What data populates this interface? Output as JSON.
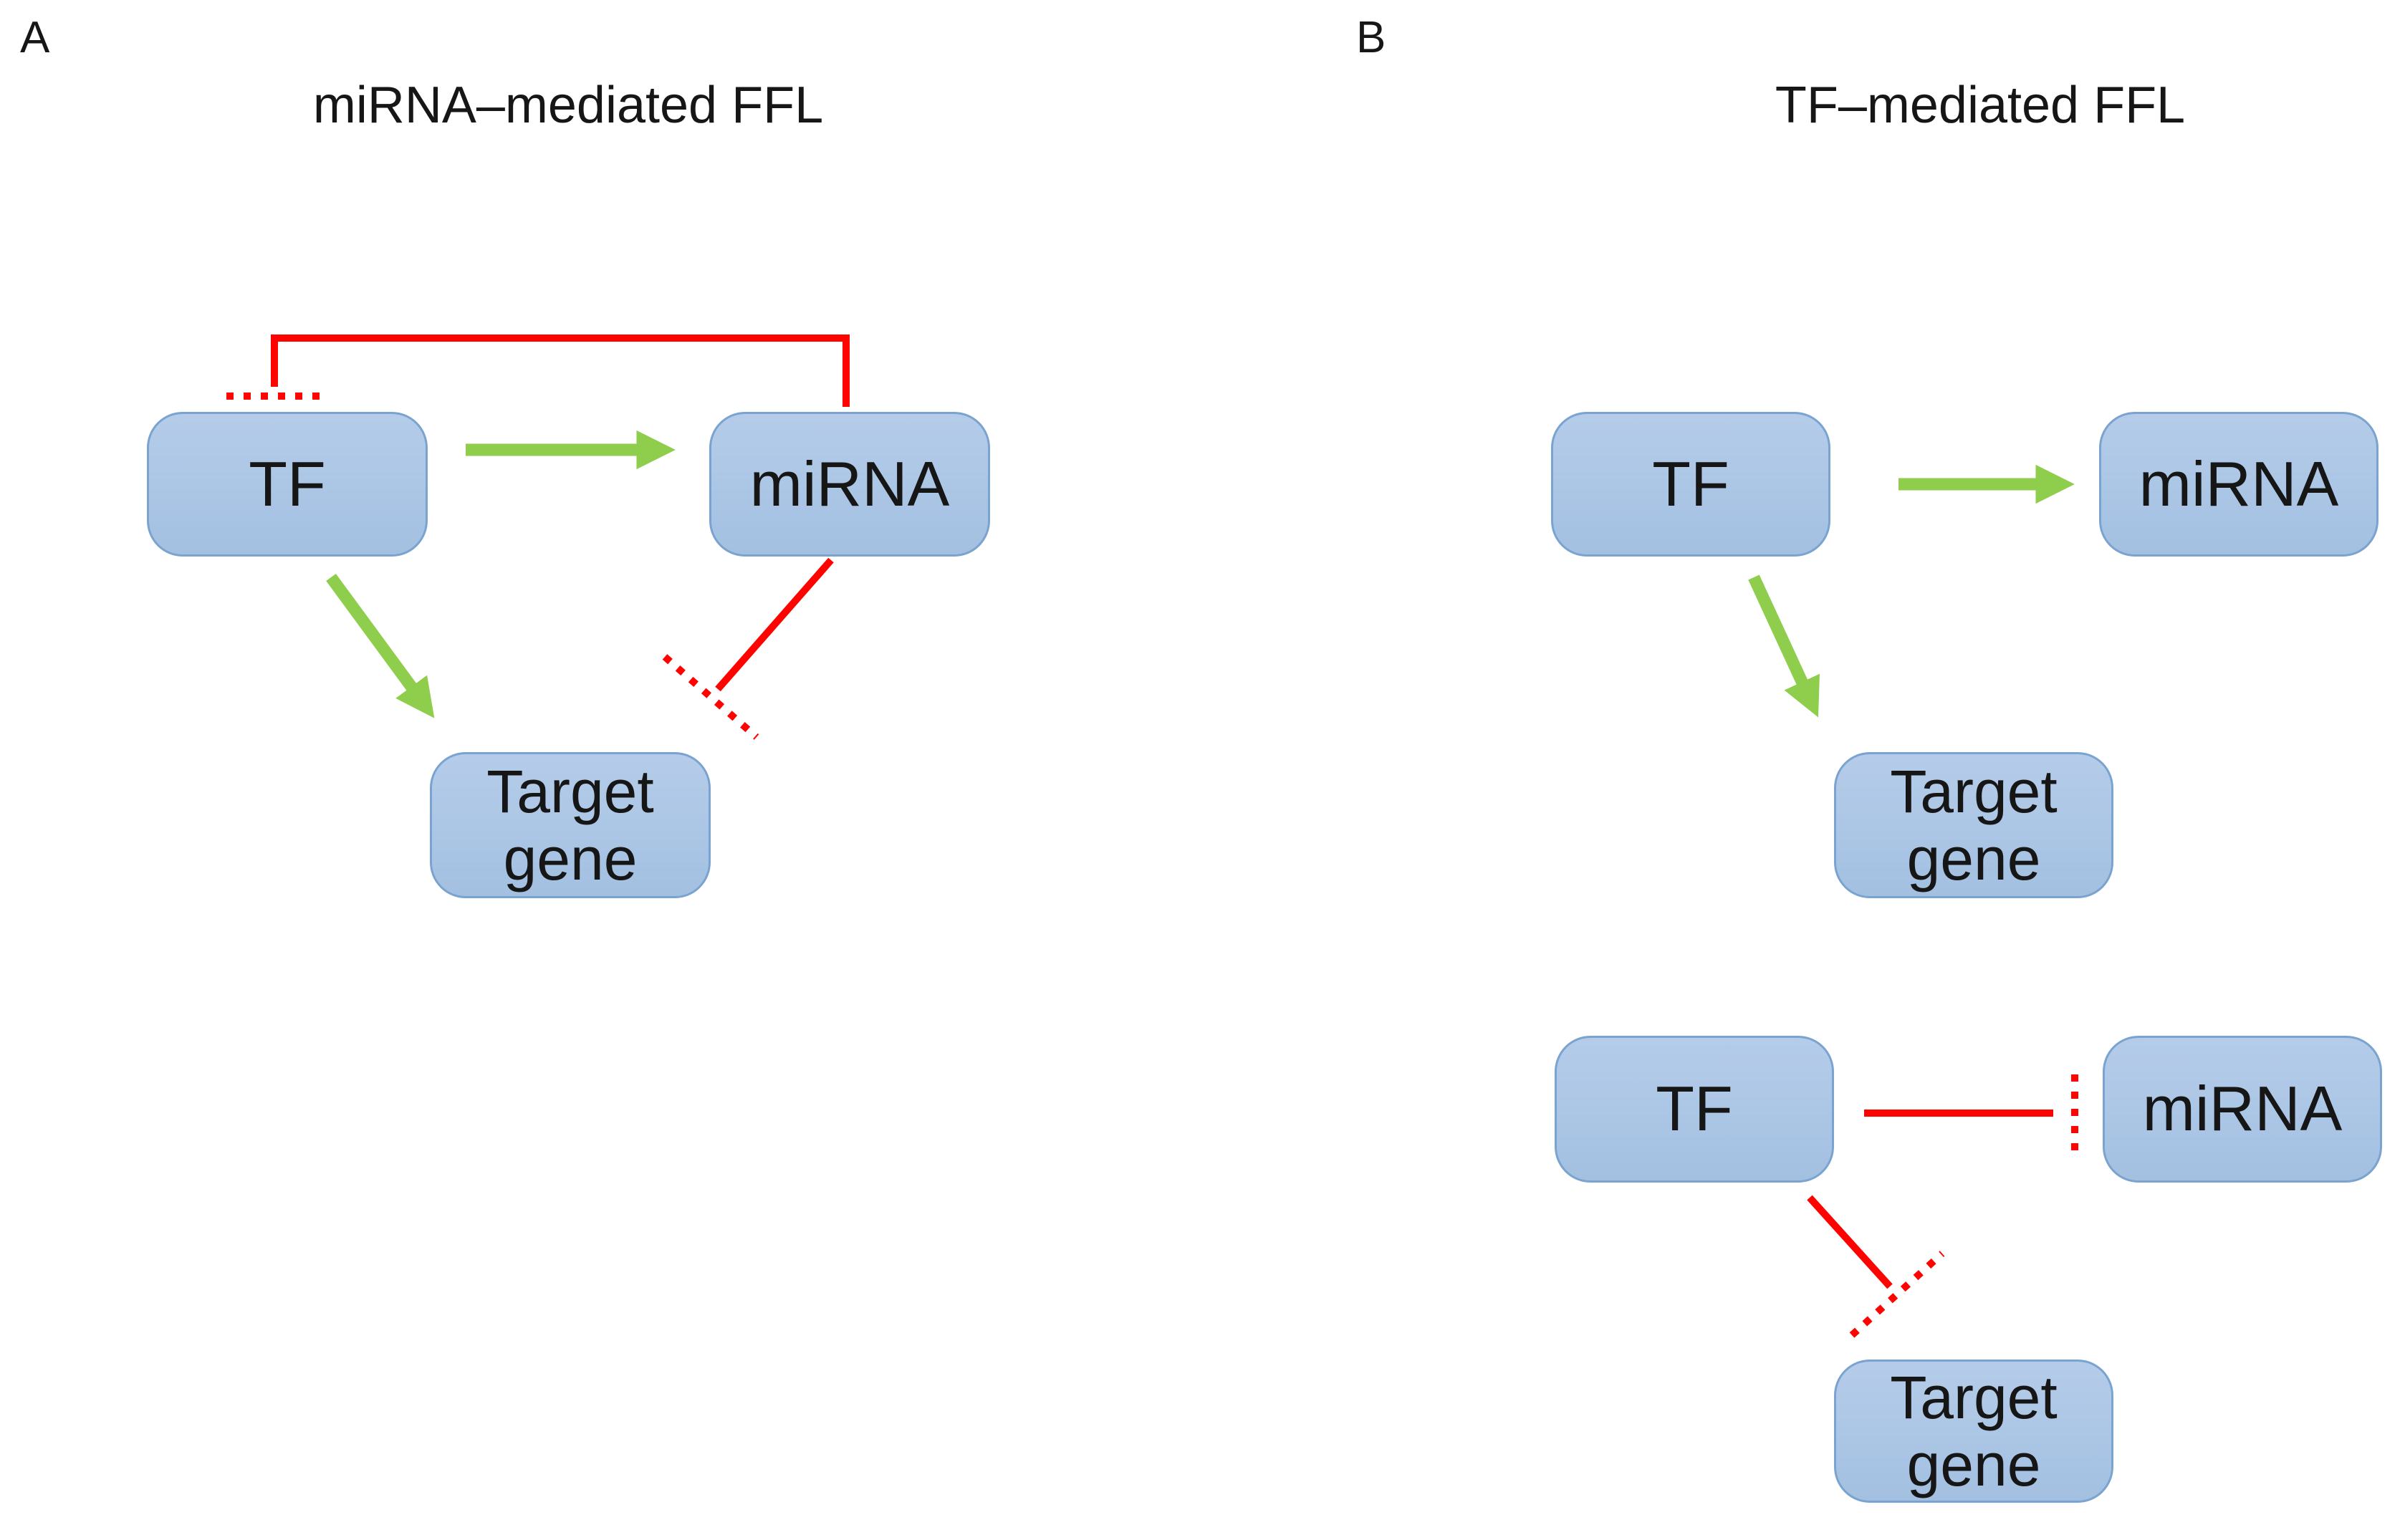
{
  "figure": {
    "panels": [
      {
        "panel_label": "A",
        "title": "miRNA–mediated FFL",
        "nodes": [
          {
            "id": "tf",
            "label": "TF"
          },
          {
            "id": "mirna",
            "label": "miRNA"
          },
          {
            "id": "target_gene",
            "label": "Target gene"
          }
        ],
        "edges": [
          {
            "from": "tf",
            "to": "mirna",
            "type": "activation"
          },
          {
            "from": "tf",
            "to": "target_gene",
            "type": "activation"
          },
          {
            "from": "mirna",
            "to": "tf",
            "type": "inhibition"
          },
          {
            "from": "mirna",
            "to": "target_gene",
            "type": "inhibition"
          }
        ]
      },
      {
        "panel_label": "B",
        "title": "TF–mediated FFL",
        "sub_diagrams": [
          {
            "nodes": [
              {
                "id": "tf",
                "label": "TF"
              },
              {
                "id": "mirna",
                "label": "miRNA"
              },
              {
                "id": "target_gene",
                "label": "Target gene"
              }
            ],
            "edges": [
              {
                "from": "tf",
                "to": "mirna",
                "type": "activation"
              },
              {
                "from": "tf",
                "to": "target_gene",
                "type": "activation"
              }
            ]
          },
          {
            "nodes": [
              {
                "id": "tf",
                "label": "TF"
              },
              {
                "id": "mirna",
                "label": "miRNA"
              },
              {
                "id": "target_gene",
                "label": "Target gene"
              }
            ],
            "edges": [
              {
                "from": "tf",
                "to": "mirna",
                "type": "inhibition"
              },
              {
                "from": "tf",
                "to": "target_gene",
                "type": "inhibition"
              }
            ]
          }
        ]
      }
    ],
    "colors": {
      "node_fill_top": "#b4cce9",
      "node_fill_bottom": "#a3c0e1",
      "node_border": "#7ba3d0",
      "activation": "#8fce4c",
      "inhibition": "#fe0400",
      "text": "#161616",
      "background": "#ffffff"
    }
  }
}
